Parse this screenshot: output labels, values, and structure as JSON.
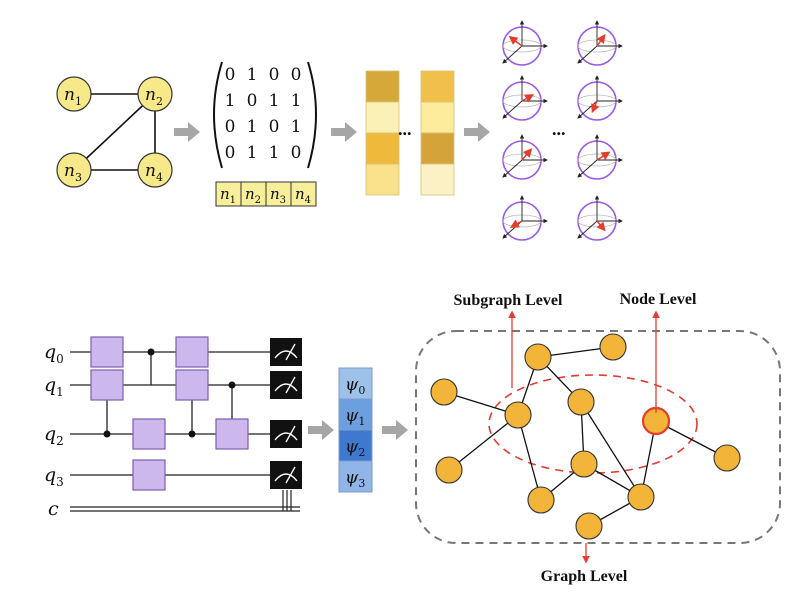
{
  "graph": {
    "nodes": [
      {
        "letter": "n",
        "sub": "1"
      },
      {
        "letter": "n",
        "sub": "2"
      },
      {
        "letter": "n",
        "sub": "3"
      },
      {
        "letter": "n",
        "sub": "4"
      }
    ]
  },
  "matrix": {
    "rows": [
      [
        "0",
        "1",
        "0",
        "0"
      ],
      [
        "1",
        "0",
        "1",
        "1"
      ],
      [
        "0",
        "1",
        "0",
        "1"
      ],
      [
        "0",
        "1",
        "1",
        "0"
      ]
    ],
    "labels": [
      {
        "letter": "n",
        "sub": "1"
      },
      {
        "letter": "n",
        "sub": "2"
      },
      {
        "letter": "n",
        "sub": "3"
      },
      {
        "letter": "n",
        "sub": "4"
      }
    ]
  },
  "ellipsis": "...",
  "circuit": {
    "qubits": [
      {
        "letter": "q",
        "sub": "0"
      },
      {
        "letter": "q",
        "sub": "1"
      },
      {
        "letter": "q",
        "sub": "2"
      },
      {
        "letter": "q",
        "sub": "3"
      }
    ],
    "classical": "c"
  },
  "states": [
    {
      "letter": "ψ",
      "sub": "0"
    },
    {
      "letter": "ψ",
      "sub": "1"
    },
    {
      "letter": "ψ",
      "sub": "2"
    },
    {
      "letter": "ψ",
      "sub": "3"
    }
  ],
  "levels": {
    "subgraph": "Subgraph Level",
    "node": "Node Level",
    "graph": "Graph Level"
  },
  "colors": {
    "node_fill": "#f7e98a",
    "gate_fill": "#cdb8ee",
    "gate_stroke": "#7b5fb0",
    "sphere_stroke": "#9b59e8",
    "vector": "#e63c2e",
    "graph_node": "#f2b53a",
    "highlight": "#e63c2e",
    "arrow": "#a6a6a6",
    "state_colors": [
      "#9ec1ea",
      "#6c9fde",
      "#3f79cf",
      "#8fb6e6"
    ],
    "feature_col1": [
      "#d6a83a",
      "#fbf0b5",
      "#efb93b",
      "#f9e18c"
    ],
    "feature_col2": [
      "#f1c04a",
      "#fbeb9a",
      "#d4a43a",
      "#fcf1c4"
    ]
  }
}
